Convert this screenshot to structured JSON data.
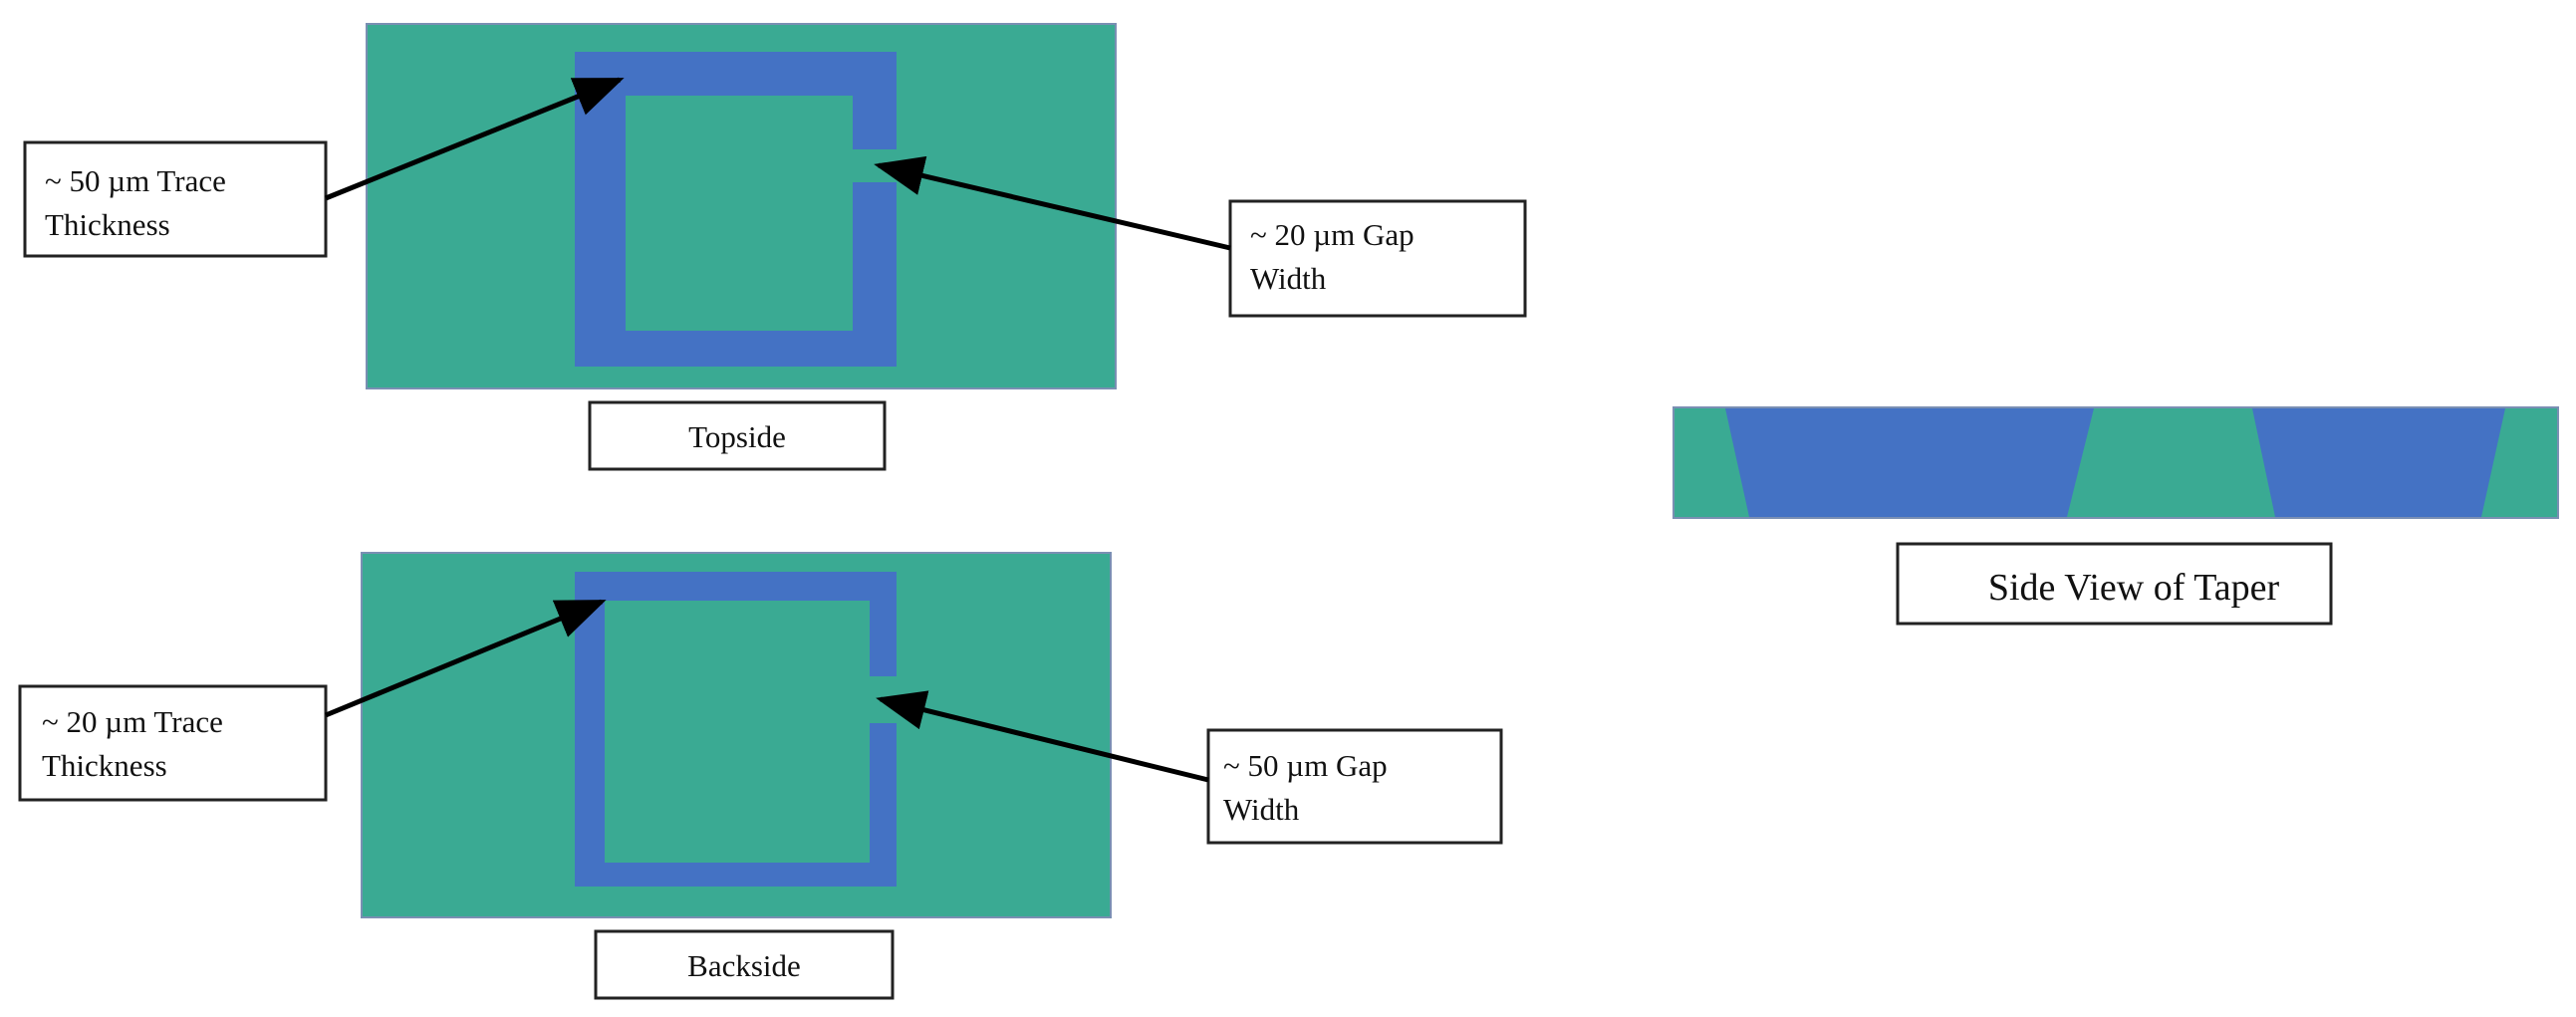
{
  "colors": {
    "substrate": "#3AAA93",
    "trace": "#4472C4",
    "outline": "#222222",
    "arrow": "#000000"
  },
  "topside": {
    "label": "Topside",
    "trace_callout": [
      "~ 50 µm Trace",
      "Thickness"
    ],
    "gap_callout": [
      "~ 20 µm Gap",
      "Width"
    ]
  },
  "backside": {
    "label": "Backside",
    "trace_callout": [
      "~ 20 µm Trace",
      "Thickness"
    ],
    "gap_callout": [
      "~ 50 µm Gap",
      "Width"
    ]
  },
  "side_view": {
    "label": "Side View of Taper"
  }
}
